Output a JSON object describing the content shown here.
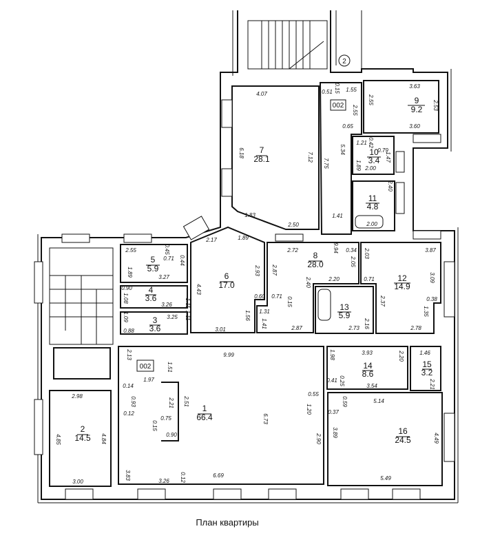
{
  "caption": "План квартиры",
  "labels": {
    "corridor_top": "002",
    "corridor_main": "002",
    "stair_number": "2"
  },
  "rooms": [
    {
      "number": "1",
      "area": "66.4"
    },
    {
      "number": "2",
      "area": "14.5"
    },
    {
      "number": "3",
      "area": "3.6"
    },
    {
      "number": "4",
      "area": "3.6"
    },
    {
      "number": "5",
      "area": "5.9"
    },
    {
      "number": "6",
      "area": "17.0"
    },
    {
      "number": "7",
      "area": "28.1"
    },
    {
      "number": "8",
      "area": "28.0"
    },
    {
      "number": "9",
      "area": "9.2"
    },
    {
      "number": "10",
      "area": "3.4"
    },
    {
      "number": "11",
      "area": "4.8"
    },
    {
      "number": "12",
      "area": "14.9"
    },
    {
      "number": "13",
      "area": "5.9"
    },
    {
      "number": "14",
      "area": "8.6"
    },
    {
      "number": "15",
      "area": "3.2"
    },
    {
      "number": "16",
      "area": "24.5"
    }
  ],
  "dims": [
    "4.07",
    "0.51",
    "0.15",
    "1.55",
    "2.55",
    "3.63",
    "2.53",
    "3.60",
    "0.65",
    "6.18",
    "7.12",
    "7.75",
    "5.34",
    "1.21",
    "0.42",
    "0.79",
    "1.47",
    "1.89",
    "2.00",
    "2.40",
    "2.00",
    "1.83",
    "2.50",
    "1.41",
    "2.17",
    "1.89",
    "2.55",
    "0.45",
    "0.71",
    "0.44",
    "1.89",
    "3.27",
    "0.90",
    "1.08",
    "3.26",
    "1.11",
    "1.09",
    "0.88",
    "3.25",
    "1.11",
    "4.43",
    "2.93",
    "0.60",
    "1.56",
    "3.01",
    "2.72",
    "9.94",
    "0.34",
    "2.05",
    "2.87",
    "2.20",
    "2.40",
    "0.71",
    "0.15",
    "1.31",
    "1.41",
    "2.87",
    "2.73",
    "2.16",
    "2.03",
    "3.87",
    "3.09",
    "0.71",
    "2.37",
    "0.38",
    "1.35",
    "2.78",
    "2.13",
    "9.99",
    "1.51",
    "1.97",
    "0.14",
    "0.93",
    "0.12",
    "2.21",
    "2.51",
    "0.75",
    "0.15",
    "0.90",
    "6.73",
    "0.55",
    "1.20",
    "2.90",
    "3.83",
    "3.26",
    "0.12",
    "6.69",
    "1.98",
    "3.93",
    "2.20",
    "1.46",
    "0.41",
    "0.25",
    "3.54",
    "2.21",
    "5.14",
    "0.59",
    "0.37",
    "3.89",
    "4.49",
    "5.49",
    "2.98",
    "4.85",
    "4.84",
    "3.00",
    "2.55"
  ]
}
